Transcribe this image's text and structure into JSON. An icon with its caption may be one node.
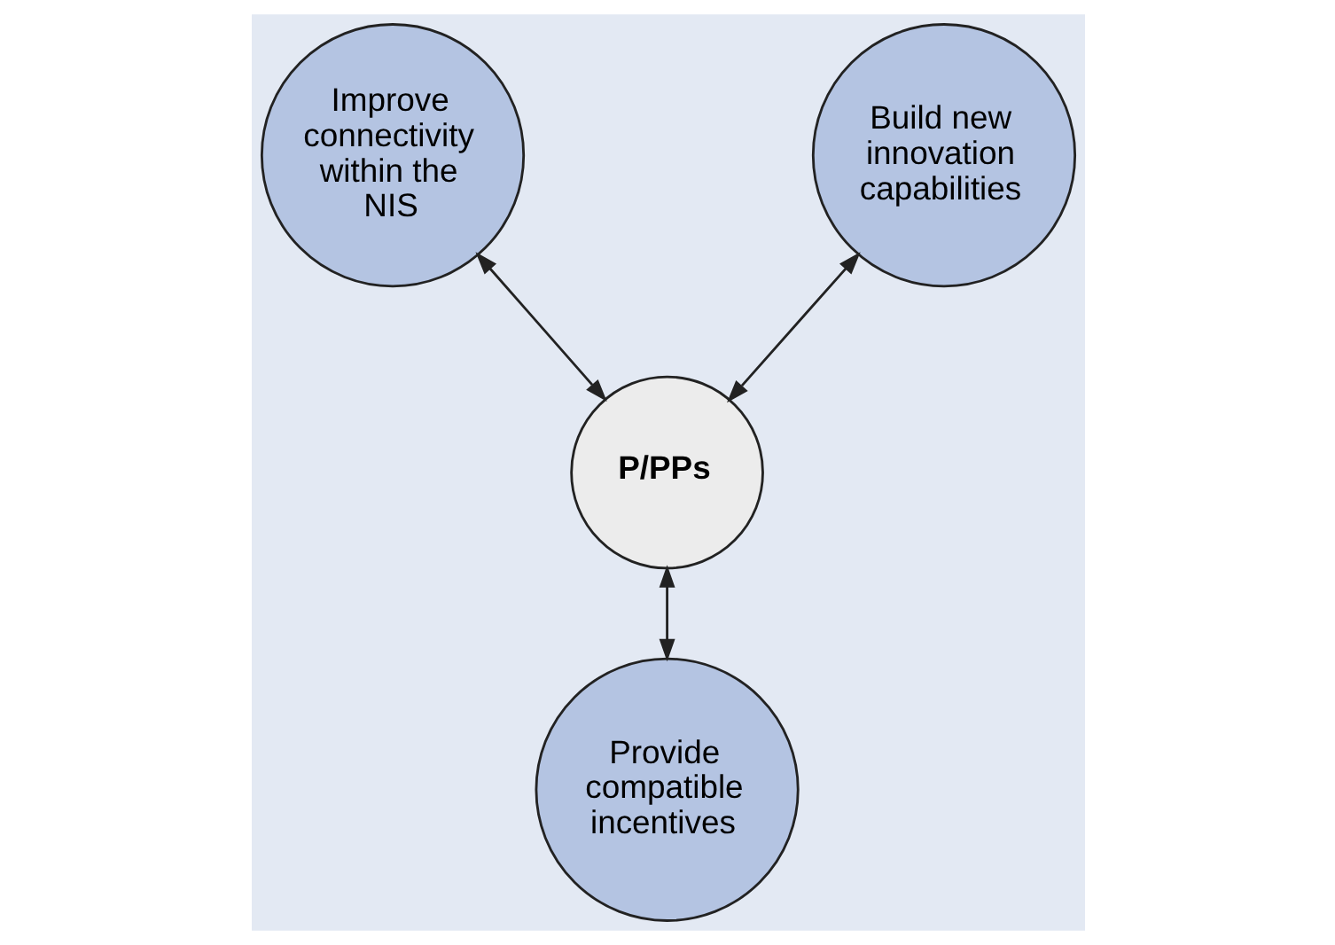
{
  "diagram": {
    "nodes": [
      {
        "text": [
          "Improve connectivity within the NIS"
        ]
      },
      {
        "text": [
          "Build new innovation capabilities"
        ]
      },
      {
        "text": [
          "P/PPs"
        ]
      },
      {
        "text": [
          "Provide compatible incentives"
        ]
      }
    ],
    "edges": [
      {
        "from": 0,
        "to": 2,
        "arrow": "both"
      },
      {
        "from": 1,
        "to": 2,
        "arrow": "both"
      },
      {
        "from": 2,
        "to": 3,
        "arrow": "both"
      }
    ]
  }
}
